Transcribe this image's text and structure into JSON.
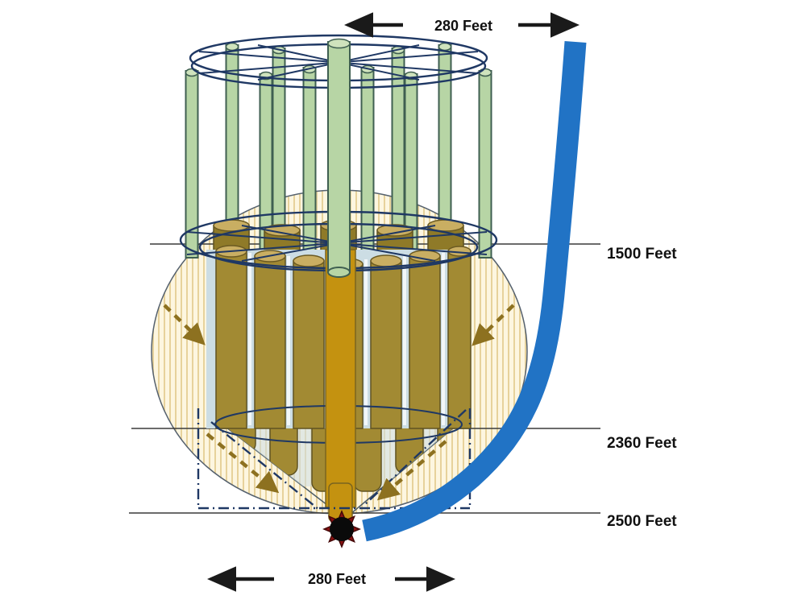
{
  "diagram": {
    "title": "underground-borehole-emplacement-diagram",
    "annotations": {
      "top_width": "280 Feet",
      "bottom_width": "280 Feet",
      "depth_1": "1500 Feet",
      "depth_2": "2360 Feet",
      "depth_3": "2500 Feet"
    },
    "icons": [
      "left-arrow-icon",
      "right-arrow-icon",
      "detonation-star-icon"
    ],
    "colors": {
      "navy_outline": "#1f3864",
      "pipe_green": "#b7d5a5",
      "pipe_green_cap": "#cfe3bd",
      "pipe_green_stroke": "#3f5f51",
      "canister_olive": "#a28a33",
      "canister_olive_dark": "#8f7a28",
      "canister_cap": "#c9ae62",
      "shaft_gold": "#c49210",
      "well_blue": "#2173c5",
      "hatch_cream": "#fdf6e0",
      "hatch_stripe": "#e7d29b",
      "gap_blue": "#ccdde4",
      "arrow_black": "#1a1a1a",
      "dashed_arrow_gold": "#8d7120",
      "detonation_red": "#8a1111",
      "detonation_black": "#0a0a0a"
    }
  }
}
